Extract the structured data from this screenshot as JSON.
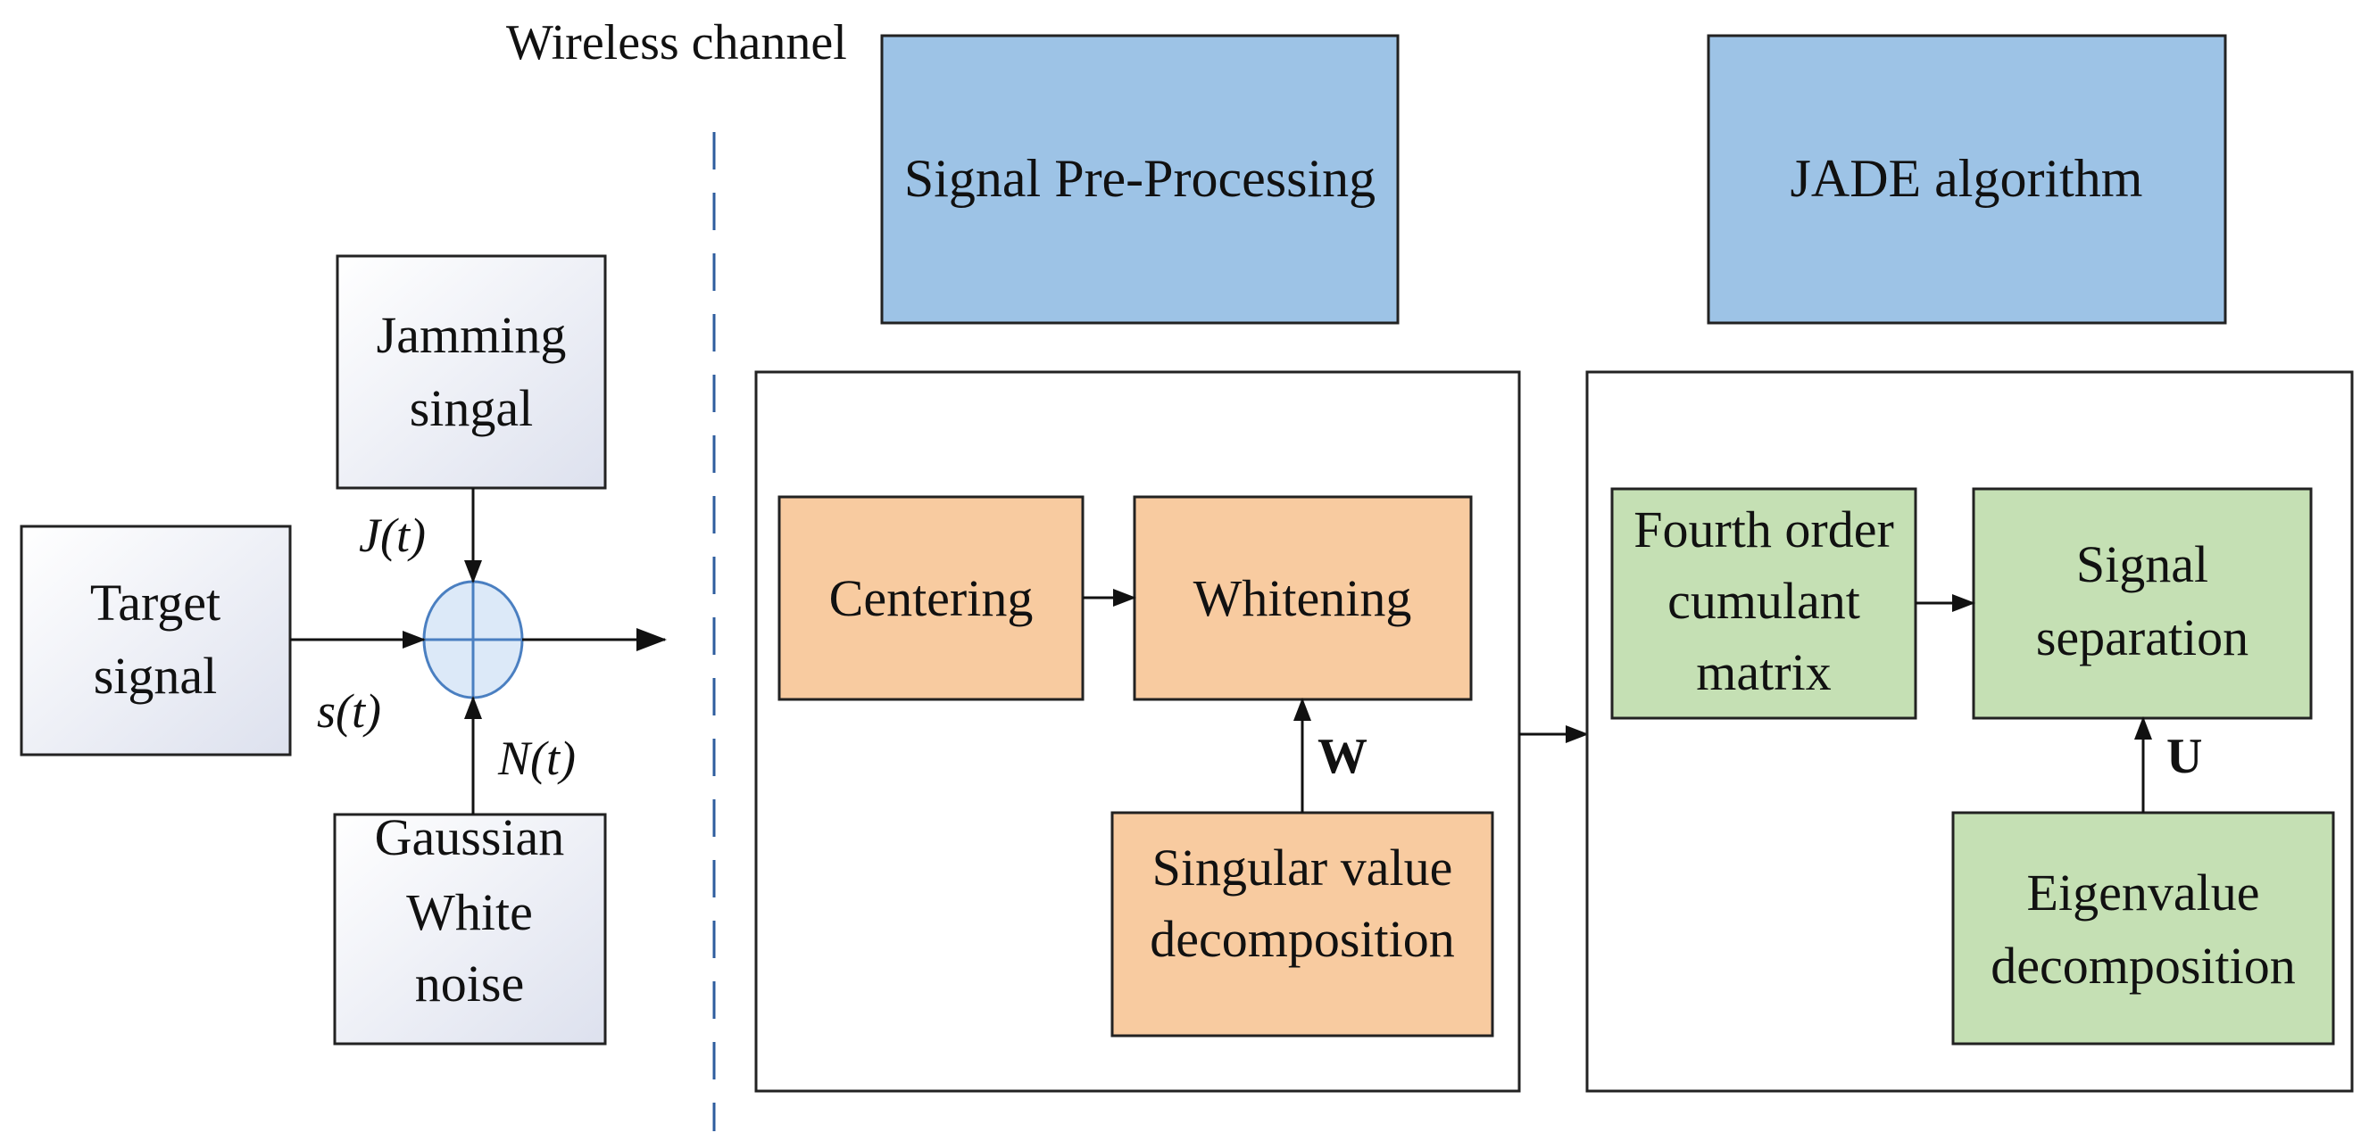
{
  "colors": {
    "blue_box": "#9dc3e6",
    "orange_box": "#f8cba0",
    "green_box": "#c5e0b4",
    "gradient_start": "#ffffff",
    "gradient_end": "#dde1ee",
    "stroke": "#222222",
    "sum_fill": "#dce9f8",
    "sum_stroke": "#4a7fc1",
    "divider": "#2e5c9e"
  },
  "labels": {
    "wireless_channel": "Wireless channel",
    "signal_preprocessing": "Signal Pre-Processing",
    "jade_algorithm": "JADE algorithm",
    "jamming_1": "Jamming",
    "jamming_2": "singal",
    "target_1": "Target",
    "target_2": "signal",
    "gaussian_1": "Gaussian",
    "gaussian_2": "White",
    "gaussian_3": "noise",
    "j_t": "J(t)",
    "s_t": "s(t)",
    "n_t": "N(t)",
    "centering": "Centering",
    "whitening": "Whitening",
    "svd_1": "Singular value",
    "svd_2": "decomposition",
    "w": "W",
    "fourth_1": "Fourth order",
    "fourth_2": "cumulant",
    "fourth_3": "matrix",
    "separation_1": "Signal",
    "separation_2": "separation",
    "eigen_1": "Eigenvalue",
    "eigen_2": "decomposition",
    "u": "U"
  }
}
